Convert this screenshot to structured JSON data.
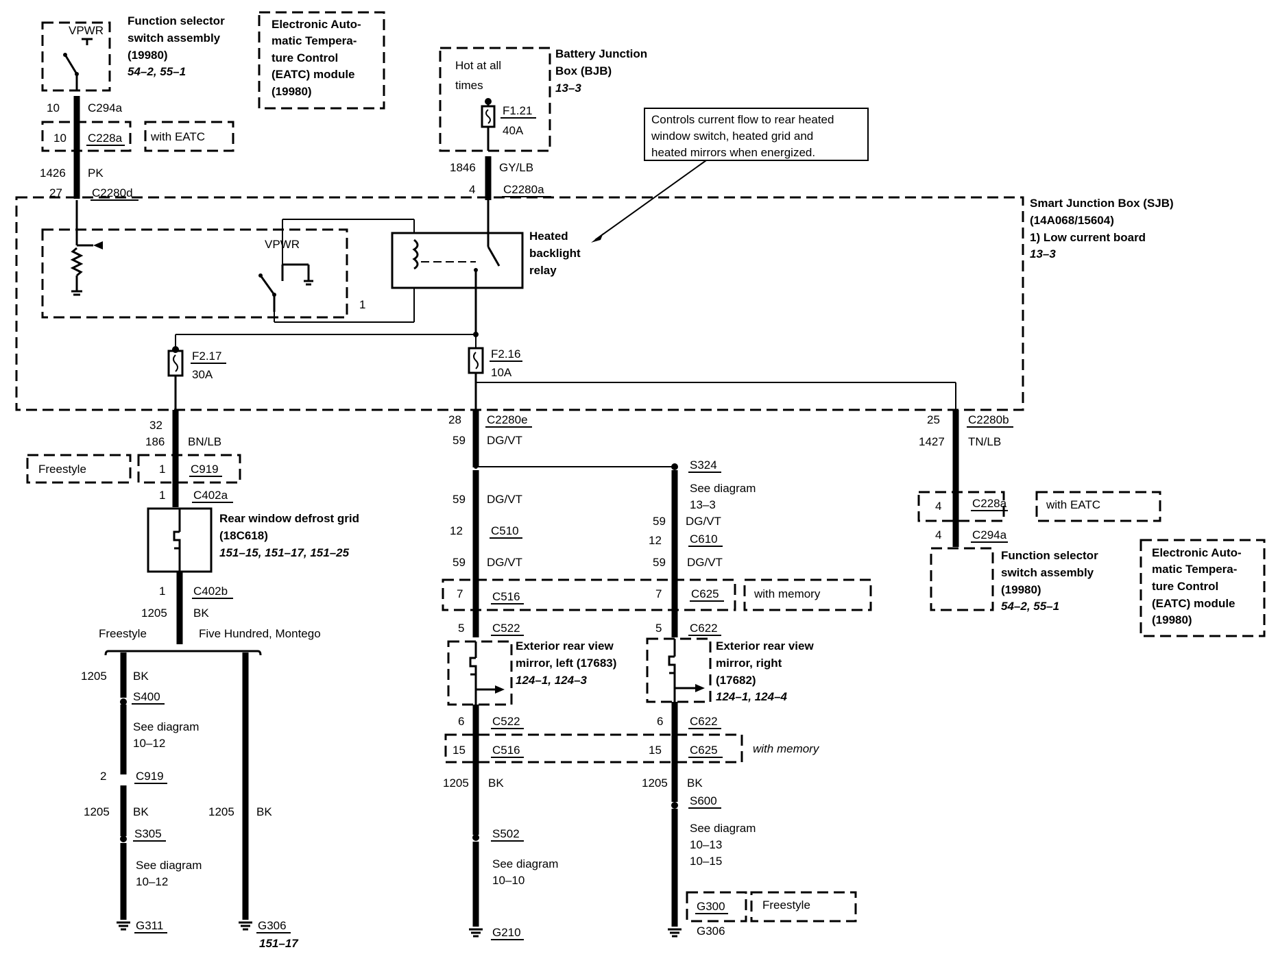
{
  "components": {
    "func_selector_top": {
      "lines": [
        "Function selector",
        "switch assembly",
        "(19980)"
      ],
      "ref": "54–2, 55–1",
      "vpwr": "VPWR"
    },
    "eatc_top": {
      "lines": [
        "Electronic Auto-",
        "matic Tempera-",
        "ture Control",
        "(EATC) module",
        "(19980)"
      ]
    },
    "bjb": {
      "lines": [
        "Battery Junction",
        "Box (BJB)"
      ],
      "ref": "13–3",
      "hot": [
        "Hot at all",
        "times"
      ],
      "fuse": "F1.21",
      "amps": "40A"
    },
    "callout": {
      "lines": [
        "Controls current flow to rear heated",
        "window switch, heated grid and",
        "heated mirrors when energized."
      ]
    },
    "sjb": {
      "lines": [
        "Smart Junction Box (SJB)",
        "(14A068/15604)",
        "1)   Low current board"
      ],
      "ref": "13–3"
    },
    "relay": {
      "lines": [
        "Heated",
        "backlight",
        "relay"
      ]
    },
    "sjb_inner": {
      "vpwr": "VPWR",
      "pin": "1"
    },
    "fuse_f217": {
      "name": "F2.17",
      "amps": "30A"
    },
    "fuse_f216": {
      "name": "F2.16",
      "amps": "10A"
    },
    "defrost": {
      "lines": [
        "Rear window defrost grid",
        "(18C618)"
      ],
      "ref": "151–15, 151–17, 151–25"
    },
    "mirror_left": {
      "lines": [
        "Exterior rear view",
        "mirror, left (17683)"
      ],
      "ref": "124–1, 124–3"
    },
    "mirror_right": {
      "lines": [
        "Exterior rear view",
        "mirror, right",
        "(17682)"
      ],
      "ref": "124–1, 124–4"
    },
    "func_selector_bottom": {
      "lines": [
        "Function selector",
        "switch assembly",
        "(19980)"
      ],
      "ref": "54–2, 55–1"
    },
    "eatc_bottom": {
      "lines": [
        "Electronic Auto-",
        "matic Tempera-",
        "ture Control",
        "(EATC) module",
        "(19980)"
      ]
    }
  },
  "wire_labels": {
    "top_left": {
      "pin1": "10",
      "conn1": "C294a",
      "pin2": "10",
      "conn2": "C228a",
      "cond": "with EATC",
      "circuit": "1426",
      "color": "PK",
      "pin3": "27",
      "conn3": "C2280d"
    },
    "top_mid": {
      "circuit": "1846",
      "color": "GY/LB",
      "pin": "4",
      "conn": "C2280a"
    },
    "left_branch": {
      "pin1": "32",
      "circuit1": "186",
      "color1": "BN/LB",
      "cond": "Freestyle",
      "pin2": "1",
      "conn2": "C919",
      "pin3": "1",
      "conn3": "C402a",
      "pin4": "1",
      "conn4": "C402b",
      "circuit2": "1205",
      "color2": "BK",
      "split_left": "Freestyle",
      "split_right": "Five Hundred, Montego"
    },
    "far_left": {
      "circuit1": "1205",
      "color1": "BK",
      "splice1": "S400",
      "see1": [
        "See diagram",
        "10–12"
      ],
      "pin": "2",
      "conn": "C919",
      "circuit2": "1205",
      "color2": "BK",
      "splice2": "S305",
      "see2": [
        "See diagram",
        "10–12"
      ],
      "ground": "G311"
    },
    "left_ground": {
      "circuit": "1205",
      "color": "BK",
      "ground": "G306",
      "ref": "151–17"
    },
    "middle": {
      "pin1": "28",
      "conn1": "C2280e",
      "circuit1": "59",
      "color1": "DG/VT",
      "circuit2": "59",
      "color2": "DG/VT",
      "pin2": "12",
      "conn2": "C510",
      "circuit3": "59",
      "color3": "DG/VT",
      "pin3": "7",
      "conn3": "C516",
      "pin4": "5",
      "conn4": "C522",
      "pin5": "6",
      "conn5": "C522",
      "pin6": "15",
      "conn6": "C516",
      "circuit4": "1205",
      "color4": "BK",
      "splice": "S502",
      "see": [
        "See diagram",
        "10–10"
      ],
      "ground": "G210"
    },
    "right": {
      "splice": "S324",
      "see": [
        "See diagram",
        "13–3"
      ],
      "circuit1": "59",
      "color1": "DG/VT",
      "pin1": "12",
      "conn1": "C610",
      "circuit2": "59",
      "color2": "DG/VT",
      "pin2": "7",
      "conn2": "C625",
      "cond1": "with memory",
      "pin3": "5",
      "conn3": "C622",
      "pin4": "6",
      "conn4": "C622",
      "pin5": "15",
      "conn5": "C625",
      "cond2": "with memory",
      "circuit3": "1205",
      "color3": "BK",
      "splice2": "S600",
      "see2": [
        "See diagram",
        "10–13",
        "10–15"
      ],
      "ground1": "G300",
      "cond3": "Freestyle",
      "ground2": "G306"
    },
    "far_right": {
      "pin1": "25",
      "conn1": "C2280b",
      "circuit": "1427",
      "color": "TN/LB",
      "pin2": "4",
      "conn2": "C228a",
      "cond": "with EATC",
      "pin3": "4",
      "conn3": "C294a"
    }
  }
}
